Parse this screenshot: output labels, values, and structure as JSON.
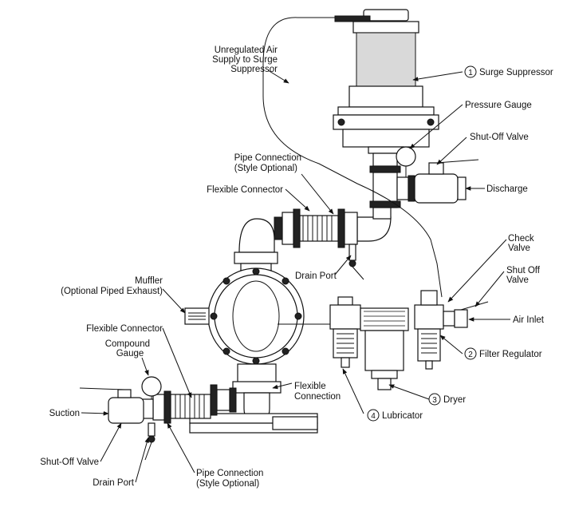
{
  "labels": {
    "unregulated_air_1": "Unregulated Air",
    "unregulated_air_2": "Supply to Surge",
    "unregulated_air_3": "Suppressor",
    "surge_suppressor_num": "1",
    "surge_suppressor": "Surge Suppressor",
    "pressure_gauge": "Pressure Gauge",
    "shutoff_valve_top": "Shut-Off Valve",
    "discharge": "Discharge",
    "pipe_connection_top_1": "Pipe Connection",
    "pipe_connection_top_2": "(Style Optional)",
    "flexible_connector_top": "Flexible Connector",
    "check_valve_1": "Check",
    "check_valve_2": "Valve",
    "shut_off_valve_right_1": "Shut Off",
    "shut_off_valve_right_2": "Valve",
    "drain_port_top": "Drain Port",
    "muffler_1": "Muffler",
    "muffler_2": "(Optional Piped Exhaust)",
    "air_inlet": "Air Inlet",
    "filter_regulator_num": "2",
    "filter_regulator": "Filter Regulator",
    "flexible_connector_left": "Flexible Connector",
    "compound_gauge_1": "Compound",
    "compound_gauge_2": "Gauge",
    "flexible_connection_1": "Flexible",
    "flexible_connection_2": "Connection",
    "dryer_num": "3",
    "dryer": "Dryer",
    "lubricator_num": "4",
    "lubricator": "Lubricator",
    "suction": "Suction",
    "shutoff_valve_bottom": "Shut-Off Valve",
    "drain_port_bottom": "Drain Port",
    "pipe_connection_bottom_1": "Pipe Connection",
    "pipe_connection_bottom_2": "(Style Optional)"
  }
}
